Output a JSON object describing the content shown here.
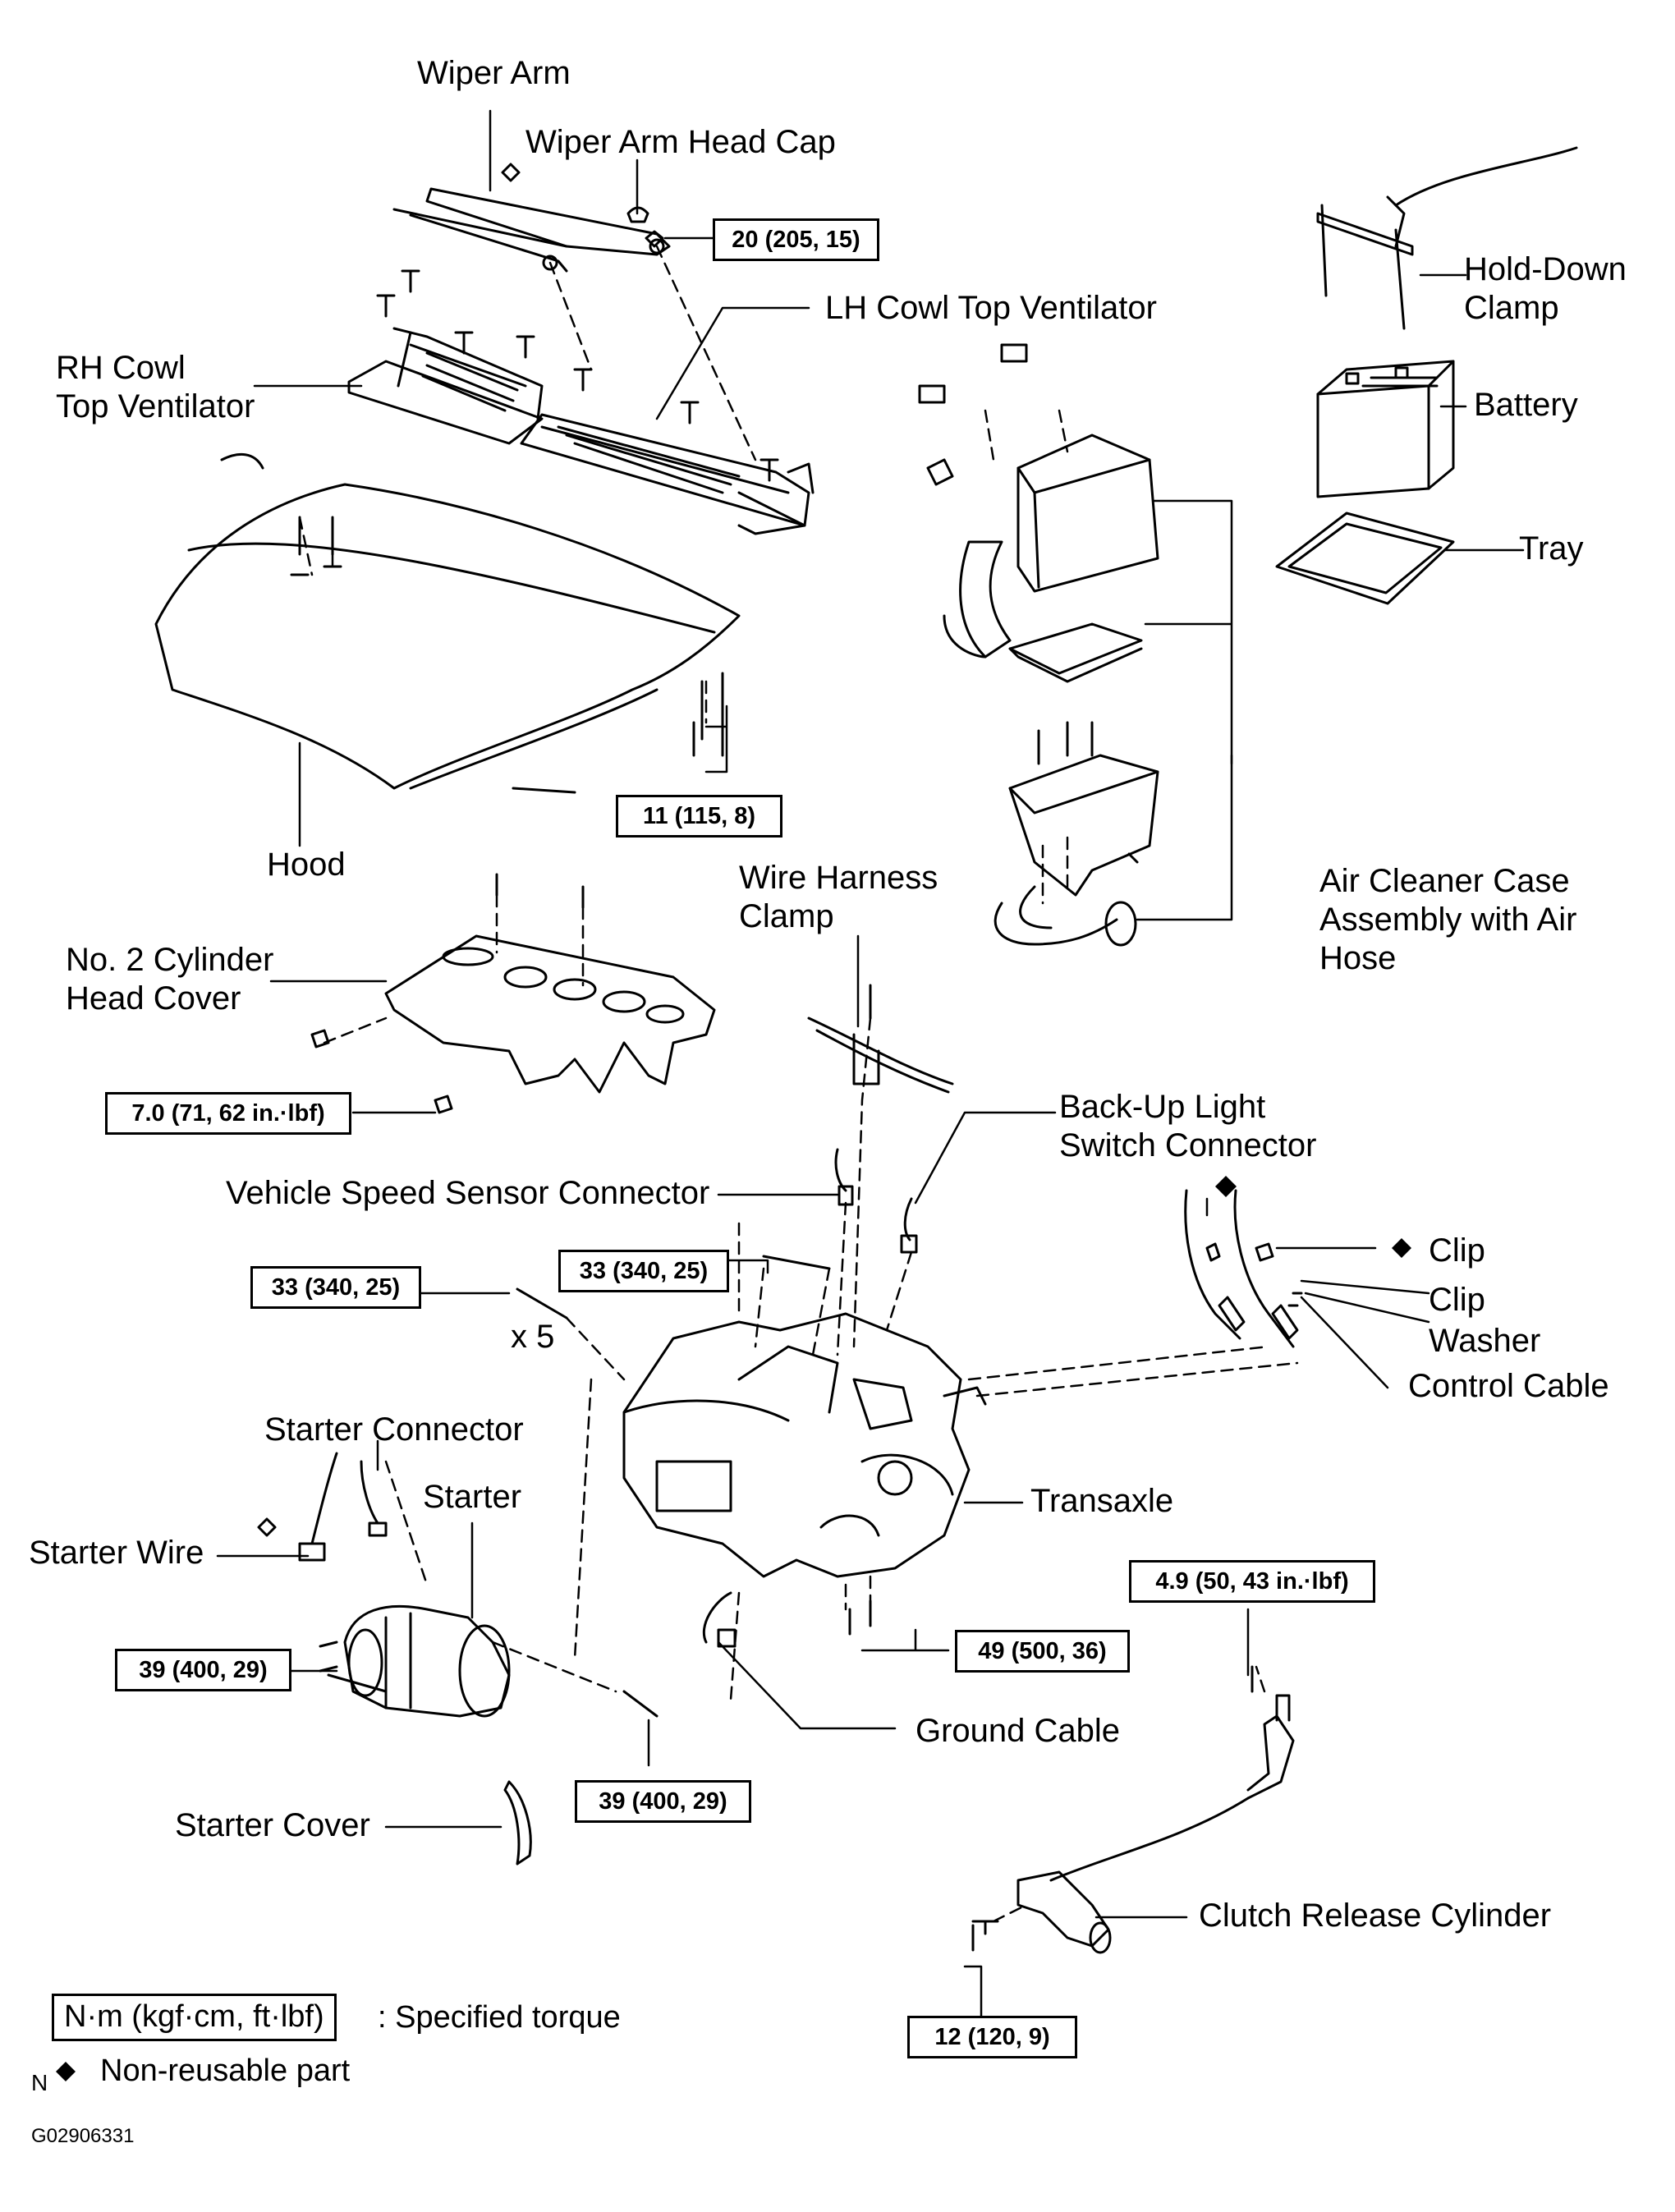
{
  "labels": {
    "wiper_arm": "Wiper Arm",
    "wiper_arm_head_cap": "Wiper Arm Head Cap",
    "lh_cowl": "LH Cowl Top Ventilator",
    "rh_cowl": [
      "RH Cowl",
      "Top Ventilator"
    ],
    "hold_down_clamp": [
      "Hold-Down",
      "Clamp"
    ],
    "battery": "Battery",
    "tray": "Tray",
    "hood": "Hood",
    "wire_harness_clamp": [
      "Wire Harness",
      "Clamp"
    ],
    "air_cleaner": [
      "Air Cleaner Case",
      "Assembly with Air",
      "Hose"
    ],
    "cylinder_head_cover": [
      "No. 2 Cylinder",
      "Head Cover"
    ],
    "backup_light": [
      "Back-Up  Light",
      "Switch Connector"
    ],
    "vss_connector": "Vehicle Speed Sensor Connector",
    "clip1": "Clip",
    "clip2": "Clip",
    "washer": "Washer",
    "x5": "x 5",
    "control_cable": "Control Cable",
    "starter_connector": "Starter Connector",
    "starter": "Starter",
    "transaxle": "Transaxle",
    "starter_wire": "Starter Wire",
    "ground_cable": "Ground Cable",
    "starter_cover": "Starter Cover",
    "clutch_release": "Clutch Release Cylinder"
  },
  "torques": {
    "wiper": "20 (205, 15)",
    "hood": "11 (115, 8)",
    "head_cover": "7.0 (71, 62 in.·lbf)",
    "trans_top": "33 (340, 25)",
    "trans_left": "33 (340, 25)",
    "starter_left": "39 (400, 29)",
    "starter_right": "39 (400, 29)",
    "trans_bottom": "49 (500, 36)",
    "clutch_line": "4.9 (50, 43 in.·lbf)",
    "clutch_cyl": "12 (120, 9)"
  },
  "legend": {
    "torque_box": "N·m (kgf·cm, ft·lbf)",
    "torque_text": ": Specified torque",
    "n_mark": "N",
    "nonreusable": "Non-reusable  part"
  },
  "figure_code": "G02906331"
}
